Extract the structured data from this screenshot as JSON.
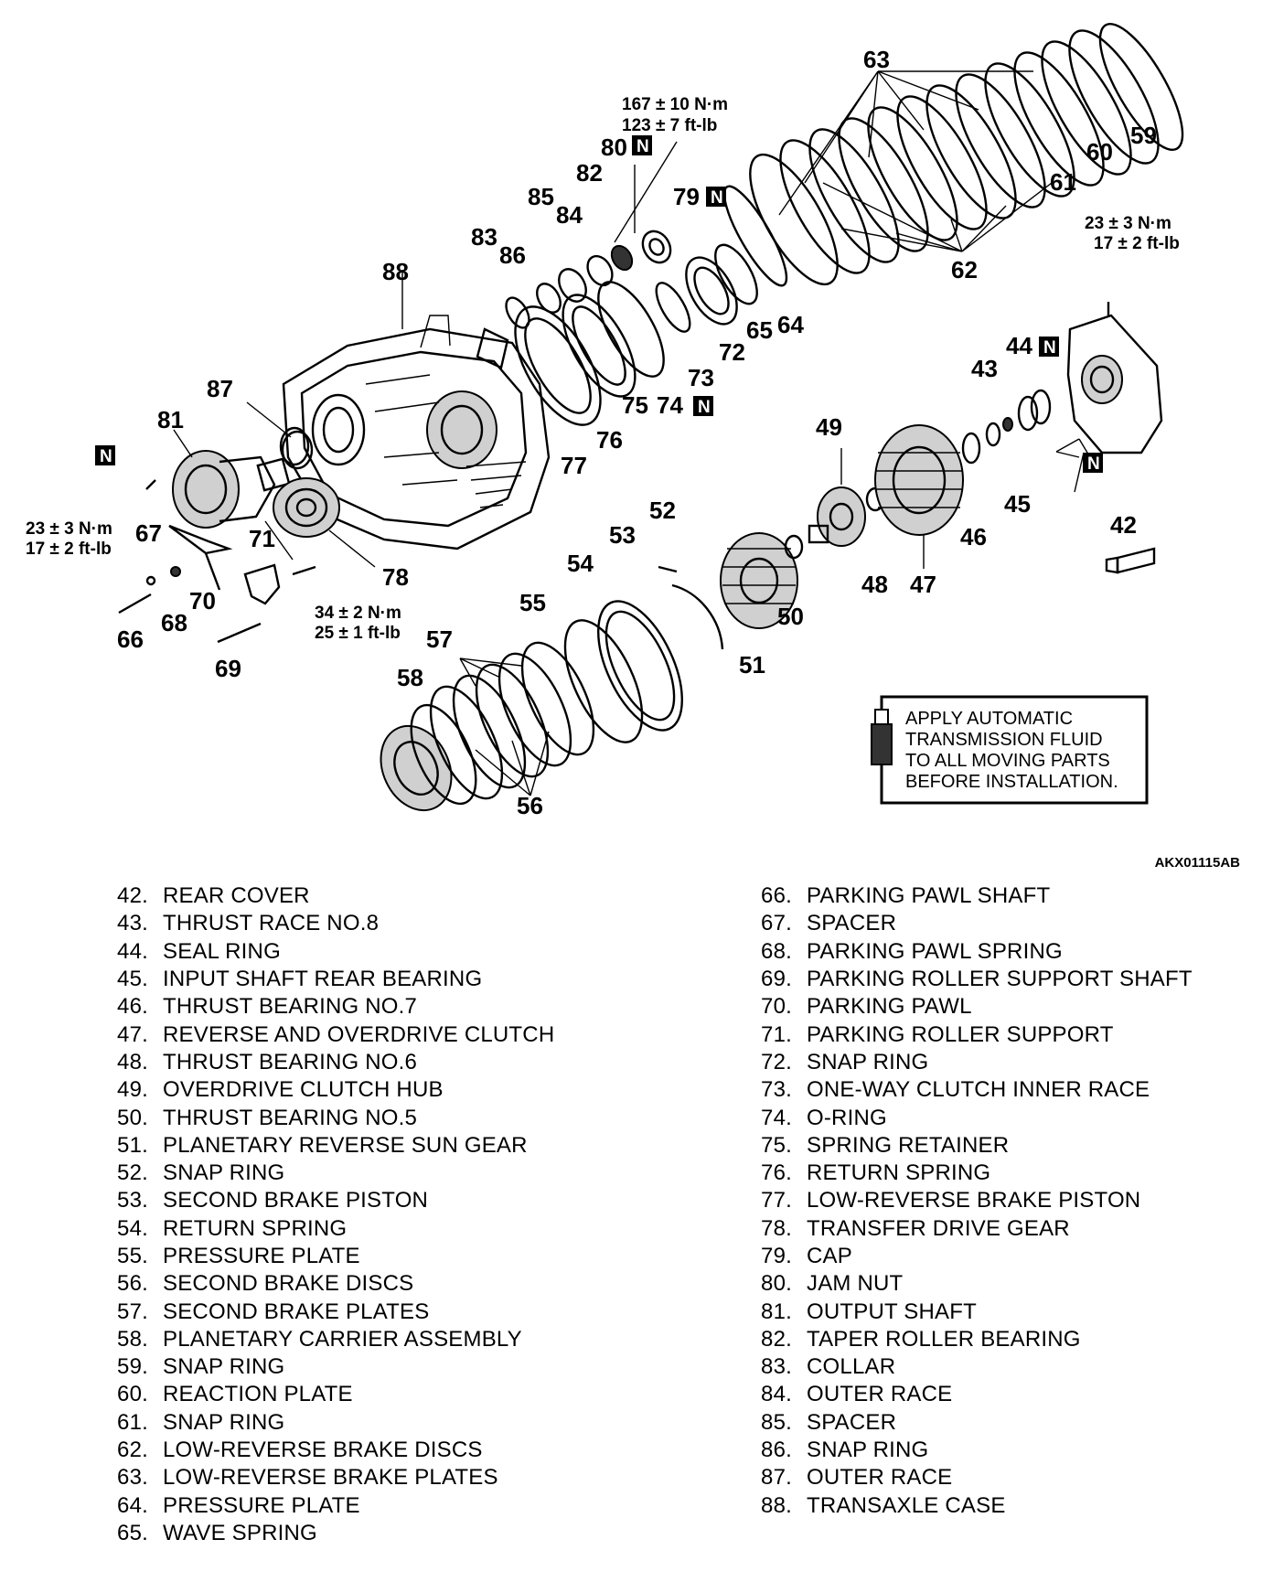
{
  "callouts": {
    "c63": "63",
    "c59": "59",
    "c60": "60",
    "c61": "61",
    "c62": "62",
    "c80": "80",
    "c82": "82",
    "c85": "85",
    "c84": "84",
    "c79": "79",
    "c83": "83",
    "c86": "86",
    "c88": "88",
    "c87": "87",
    "c81": "81",
    "c44": "44",
    "c43": "43",
    "c72": "72",
    "c65": "65",
    "c64": "64",
    "c73": "73",
    "c75": "75",
    "c74": "74",
    "c76": "76",
    "c77": "77",
    "c49": "49",
    "c45": "45",
    "c46": "46",
    "c42": "42",
    "c48": "48",
    "c47": "47",
    "c52": "52",
    "c53": "53",
    "c54": "54",
    "c50": "50",
    "c51": "51",
    "c55": "55",
    "c57": "57",
    "c58": "58",
    "c56": "56",
    "c67": "67",
    "c71": "71",
    "c78": "78",
    "c70": "70",
    "c68": "68",
    "c66": "66",
    "c69": "69"
  },
  "new_part_marker": "N",
  "torque": {
    "t80_nm": "167 ± 10 N·m",
    "t80_ftlb": "123 ± 7 ft-lb",
    "t42_nm": "23 ± 3 N·m",
    "t42_ftlb": "17 ± 2 ft-lb",
    "t81_nm": "23 ± 3 N·m",
    "t81_ftlb": "17 ± 2 ft-lb",
    "t71_nm": "34 ± 2 N·m",
    "t71_ftlb": "25 ± 1 ft-lb"
  },
  "fluid_note": [
    "APPLY AUTOMATIC",
    "TRANSMISSION FLUID",
    "TO ALL MOVING PARTS",
    "BEFORE INSTALLATION."
  ],
  "figure_code": "AKX01115AB",
  "parts_left": [
    {
      "num": "42.",
      "name": "REAR COVER"
    },
    {
      "num": "43.",
      "name": "THRUST RACE NO.8"
    },
    {
      "num": "44.",
      "name": "SEAL RING"
    },
    {
      "num": "45.",
      "name": "INPUT SHAFT REAR BEARING"
    },
    {
      "num": "46.",
      "name": "THRUST BEARING NO.7"
    },
    {
      "num": "47.",
      "name": "REVERSE AND OVERDRIVE CLUTCH"
    },
    {
      "num": "48.",
      "name": "THRUST BEARING NO.6"
    },
    {
      "num": "49.",
      "name": "OVERDRIVE CLUTCH HUB"
    },
    {
      "num": "50.",
      "name": "THRUST BEARING NO.5"
    },
    {
      "num": "51.",
      "name": "PLANETARY REVERSE SUN GEAR"
    },
    {
      "num": "52.",
      "name": "SNAP RING"
    },
    {
      "num": "53.",
      "name": "SECOND BRAKE PISTON"
    },
    {
      "num": "54.",
      "name": "RETURN SPRING"
    },
    {
      "num": "55.",
      "name": "PRESSURE PLATE"
    },
    {
      "num": "56.",
      "name": "SECOND BRAKE DISCS"
    },
    {
      "num": "57.",
      "name": "SECOND BRAKE PLATES"
    },
    {
      "num": "58.",
      "name": "PLANETARY CARRIER ASSEMBLY"
    },
    {
      "num": "59.",
      "name": "SNAP RING"
    },
    {
      "num": "60.",
      "name": "REACTION PLATE"
    },
    {
      "num": "61.",
      "name": "SNAP RING"
    },
    {
      "num": "62.",
      "name": "LOW-REVERSE BRAKE DISCS"
    },
    {
      "num": "63.",
      "name": "LOW-REVERSE BRAKE PLATES"
    },
    {
      "num": "64.",
      "name": "PRESSURE PLATE"
    },
    {
      "num": "65.",
      "name": "WAVE SPRING"
    }
  ],
  "parts_right": [
    {
      "num": "66.",
      "name": "PARKING PAWL SHAFT"
    },
    {
      "num": "67.",
      "name": "SPACER"
    },
    {
      "num": "68.",
      "name": "PARKING PAWL SPRING"
    },
    {
      "num": "69.",
      "name": "PARKING ROLLER SUPPORT SHAFT"
    },
    {
      "num": "70.",
      "name": "PARKING PAWL"
    },
    {
      "num": "71.",
      "name": "PARKING ROLLER SUPPORT"
    },
    {
      "num": "72.",
      "name": "SNAP RING"
    },
    {
      "num": "73.",
      "name": "ONE-WAY CLUTCH INNER RACE"
    },
    {
      "num": "74.",
      "name": "O-RING"
    },
    {
      "num": "75.",
      "name": "SPRING RETAINER"
    },
    {
      "num": "76.",
      "name": "RETURN SPRING"
    },
    {
      "num": "77.",
      "name": "LOW-REVERSE BRAKE PISTON"
    },
    {
      "num": "78.",
      "name": "TRANSFER DRIVE GEAR"
    },
    {
      "num": "79.",
      "name": "CAP"
    },
    {
      "num": "80.",
      "name": "JAM NUT"
    },
    {
      "num": "81.",
      "name": "OUTPUT SHAFT"
    },
    {
      "num": "82.",
      "name": "TAPER ROLLER BEARING"
    },
    {
      "num": "83.",
      "name": "COLLAR"
    },
    {
      "num": "84.",
      "name": "OUTER RACE"
    },
    {
      "num": "85.",
      "name": "SPACER"
    },
    {
      "num": "86.",
      "name": "SNAP RING"
    },
    {
      "num": "87.",
      "name": "OUTER RACE"
    },
    {
      "num": "88.",
      "name": "TRANSAXLE CASE"
    }
  ]
}
